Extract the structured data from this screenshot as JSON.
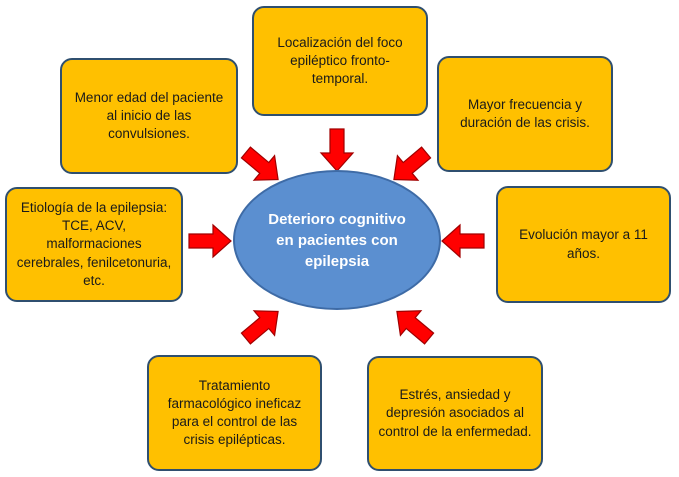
{
  "colors": {
    "box_fill": "#FFC000",
    "box_border": "#2F4F6F",
    "center_fill": "#5B8FD0",
    "arrow_fill": "#FF0000",
    "arrow_stroke": "#A00000"
  },
  "center": {
    "label": "Deterioro cognitivo en pacientes con epilepsia"
  },
  "factors": {
    "top": "Localización del foco epiléptico fronto-temporal.",
    "top_left": "Menor edad del paciente al inicio de las convulsiones.",
    "top_right": "Mayor frecuencia y duración de las crisis.",
    "left": "Etiología de la epilepsia: TCE, ACV, malformaciones cerebrales, fenilcetonuria, etc.",
    "right": "Evolución mayor a 11 años.",
    "bottom_left": "Tratamiento farmacológico ineficaz para el control de las crisis epilépticas.",
    "bottom_right": "Estrés, ansiedad y depresión asociados al control de la enfermedad."
  }
}
